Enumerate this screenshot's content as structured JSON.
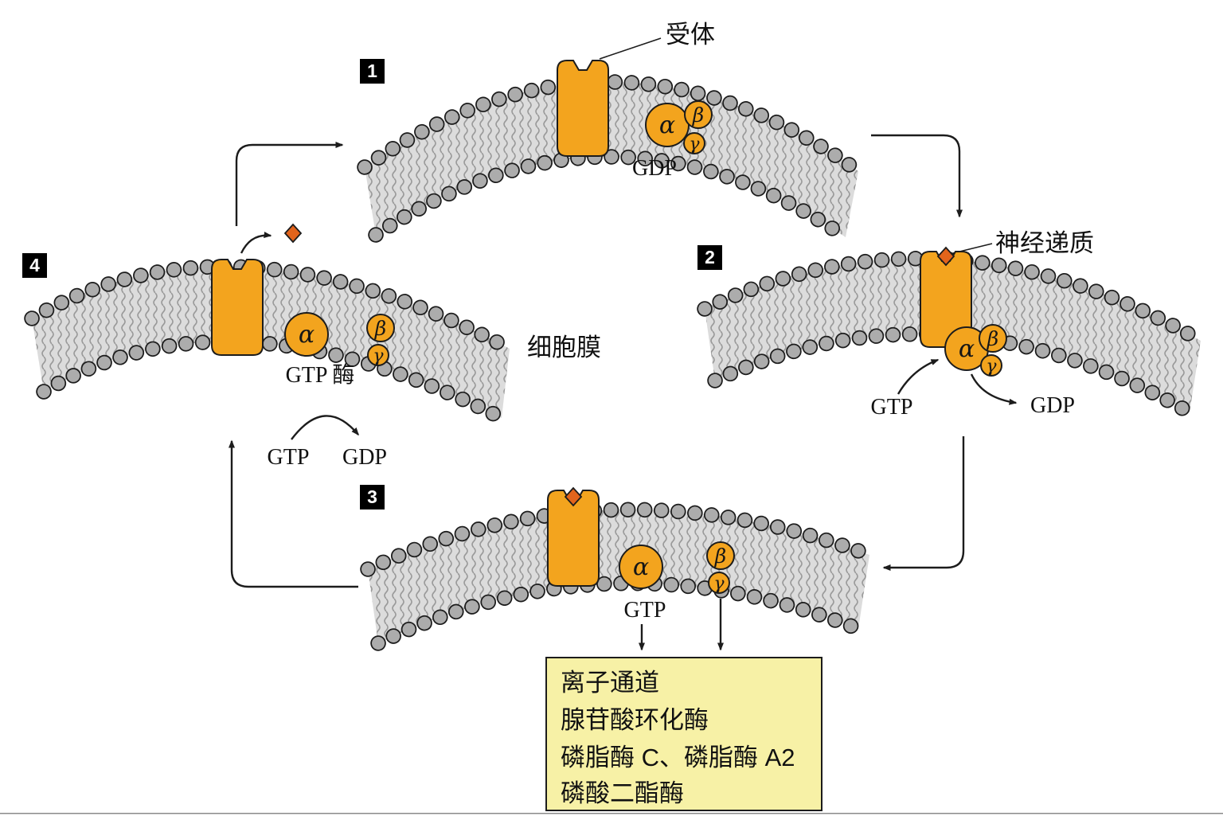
{
  "title": "G蛋白循环示意图",
  "colors": {
    "orange": "#F3A41E",
    "ligand_orange": "#E2641C",
    "membrane_head": "#ACACAC",
    "membrane_head_outline": "#1c1c1c",
    "membrane_band": "#DCDCDC",
    "tail_gray": "#9a9a9a",
    "effector_box_fill": "#F7F1A6",
    "badge_bg": "#000000",
    "badge_fg": "#ffffff",
    "line": "#1c1c1c"
  },
  "labels": {
    "receptor": "受体",
    "neurotransmitter": "神经递质",
    "cell_membrane": "细胞膜",
    "gtpase": "GTP 酶",
    "gtp": "GTP",
    "gdp": "GDP",
    "alpha": "α",
    "beta": "β",
    "gamma": "γ"
  },
  "steps": [
    {
      "n": "1"
    },
    {
      "n": "2"
    },
    {
      "n": "3"
    },
    {
      "n": "4"
    }
  ],
  "effectors_box": {
    "lines": [
      "离子通道",
      "腺苷酸环化酶",
      "磷脂酶 C、磷脂酶 A2",
      "磷酸二酯酶"
    ]
  }
}
